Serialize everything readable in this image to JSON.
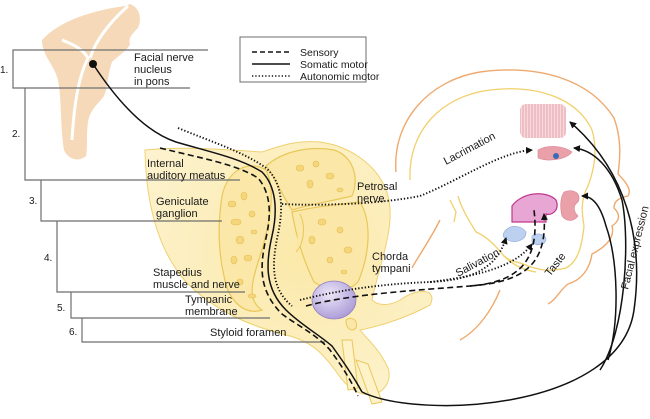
{
  "diagram": {
    "subject": "Facial nerve pathway (cranial nerve VII)",
    "legend": {
      "items": [
        {
          "style": "dashed",
          "label": "Sensory"
        },
        {
          "style": "solid",
          "label": "Somatic motor"
        },
        {
          "style": "dotted",
          "label": "Autonomic motor"
        }
      ]
    },
    "segments": [
      {
        "number": "1.",
        "label_lines": [
          "Facial nerve",
          "nucleus",
          "in pons"
        ]
      },
      {
        "number": "2.",
        "label_lines": [
          "Internal",
          "auditory meatus"
        ]
      },
      {
        "number": "3.",
        "label_lines": [
          "Geniculate",
          "ganglion"
        ]
      },
      {
        "number": "4.",
        "label_lines": [
          "Stapedius",
          "muscle and nerve"
        ]
      },
      {
        "number": "5.",
        "label_lines": [
          "Tympanic",
          "membrane"
        ]
      },
      {
        "number": "6.",
        "label_lines": [
          "Styloid foramen"
        ]
      }
    ],
    "branches": {
      "petrosal": [
        "Petrosal",
        "nerve"
      ],
      "chorda": [
        "Chorda",
        "tympani"
      ]
    },
    "functions": {
      "lacrimation": "Lacrimation",
      "salivation": "Salivation",
      "taste": "Taste",
      "facial_expression": "Facial expression"
    },
    "colors": {
      "brainstem": "#f6d9b8",
      "temporal_bone": "#fbe8a8",
      "tympanic_membrane": "#c9bde6",
      "tongue": "#e7a6d3",
      "muscle": "#e9a0a8",
      "salivary_gland": "#bcd0f0"
    }
  }
}
